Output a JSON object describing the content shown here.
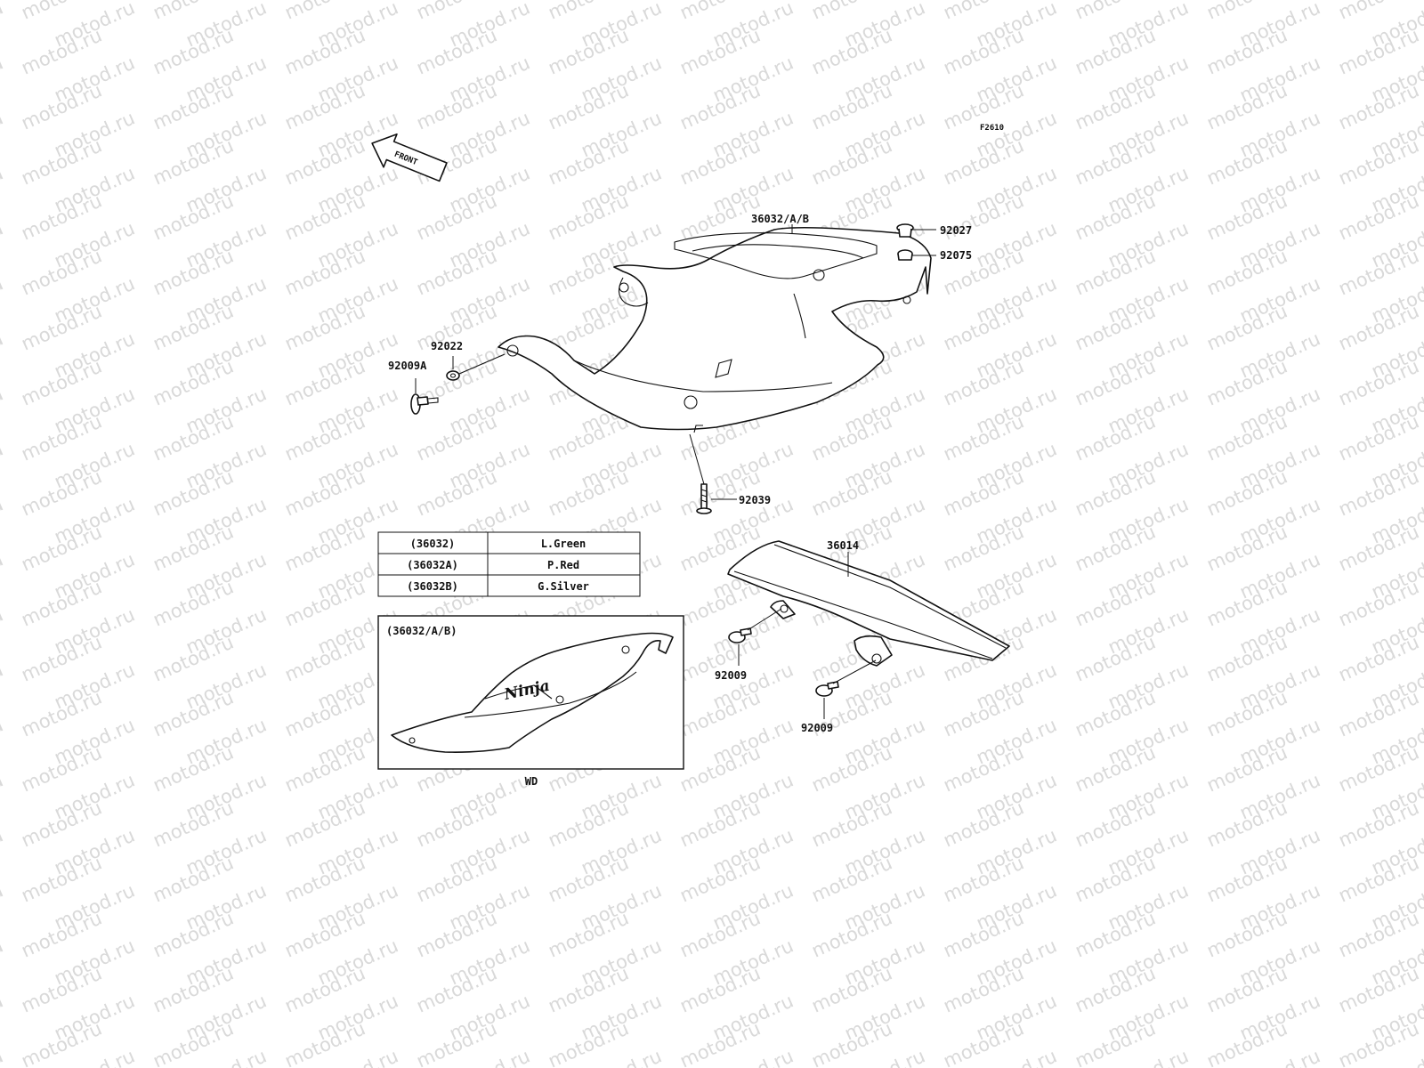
{
  "figure_code": "F2610",
  "front_label": "FRONT",
  "watermark_text": "motod.ru",
  "callouts": {
    "seat_cover": "36032/A/B",
    "cap": "92027",
    "grommet": "92075",
    "washer": "92022",
    "bolt_a": "92009A",
    "screw": "92039",
    "chain_cover": "36014",
    "bolt_1": "92009",
    "bolt_2": "92009"
  },
  "color_table": [
    {
      "part": "(36032)",
      "color": "L.Green"
    },
    {
      "part": "(36032A)",
      "color": "P.Red"
    },
    {
      "part": "(36032B)",
      "color": "G.Silver"
    }
  ],
  "inset": {
    "title": "(36032/A/B)",
    "caption": "WD",
    "decal_text": "Ninja"
  },
  "colors": {
    "line": "#111111",
    "watermark": "#d9d9d9",
    "background": "#ffffff"
  }
}
